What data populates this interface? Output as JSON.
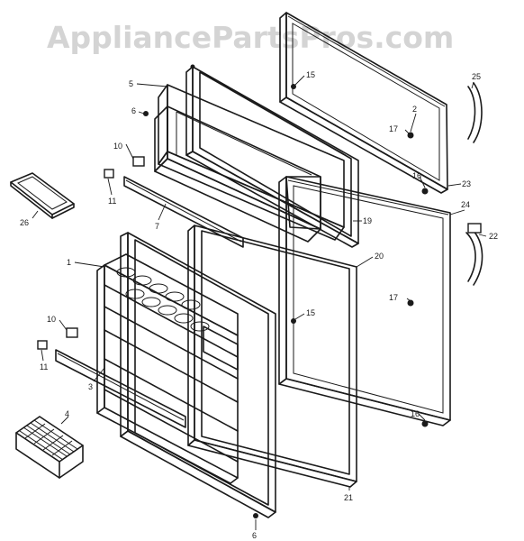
{
  "watermark": "AppliancePartsPros.com",
  "callouts": [
    {
      "id": "c1",
      "text": "1"
    },
    {
      "id": "c2",
      "text": "2"
    },
    {
      "id": "c3",
      "text": "3"
    },
    {
      "id": "c4",
      "text": "4"
    },
    {
      "id": "c5",
      "text": "5"
    },
    {
      "id": "c6a",
      "text": "6"
    },
    {
      "id": "c6b",
      "text": "6"
    },
    {
      "id": "c7",
      "text": "7"
    },
    {
      "id": "c10a",
      "text": "10"
    },
    {
      "id": "c10b",
      "text": "10"
    },
    {
      "id": "c11a",
      "text": "11"
    },
    {
      "id": "c11b",
      "text": "11"
    },
    {
      "id": "c15a",
      "text": "15"
    },
    {
      "id": "c15b",
      "text": "15"
    },
    {
      "id": "c16a",
      "text": "16"
    },
    {
      "id": "c16b",
      "text": "16"
    },
    {
      "id": "c17a",
      "text": "17"
    },
    {
      "id": "c17b",
      "text": "17"
    },
    {
      "id": "c19",
      "text": "19"
    },
    {
      "id": "c20",
      "text": "20"
    },
    {
      "id": "c21",
      "text": "21"
    },
    {
      "id": "c22",
      "text": "22"
    },
    {
      "id": "c23",
      "text": "23"
    },
    {
      "id": "c24",
      "text": "24"
    },
    {
      "id": "c25",
      "text": "25"
    },
    {
      "id": "c26",
      "text": "26"
    }
  ]
}
